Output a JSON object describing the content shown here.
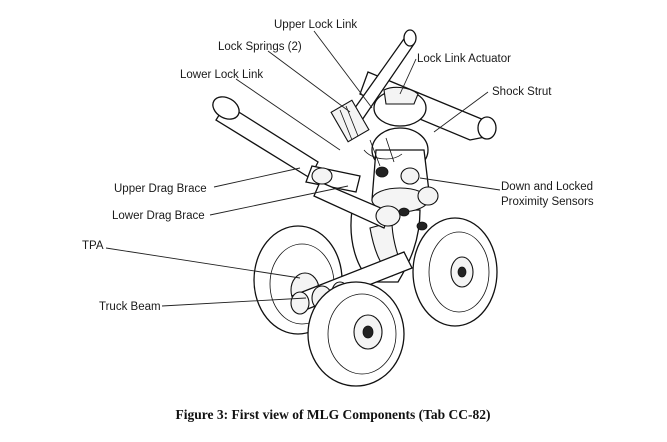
{
  "labels": {
    "upper_lock_link": "Upper Lock Link",
    "lock_springs": "Lock Springs (2)",
    "lock_link_actuator": "Lock Link Actuator",
    "lower_lock_link": "Lower Lock Link",
    "shock_strut": "Shock Strut",
    "upper_drag_brace": "Upper Drag Brace",
    "down_locked_line1": "Down and Locked",
    "down_locked_line2": "Proximity Sensors",
    "lower_drag_brace": "Lower Drag Brace",
    "tpa": "TPA",
    "truck_beam": "Truck Beam"
  },
  "caption": "Figure 3: First view of MLG Components (Tab CC-82)"
}
